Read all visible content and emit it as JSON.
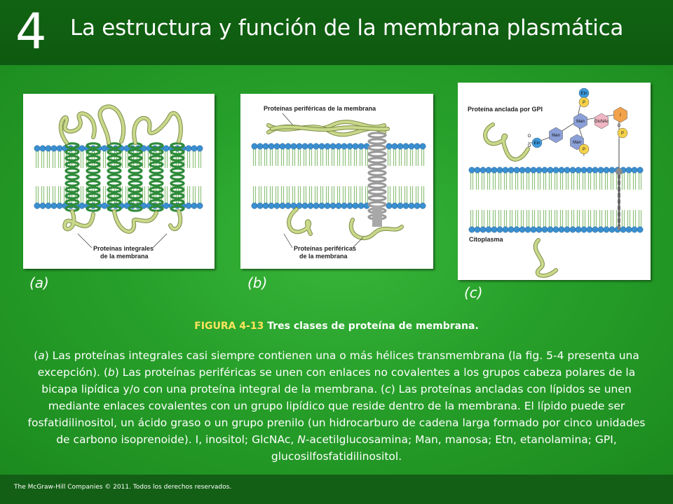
{
  "header": {
    "chapter_number": "4",
    "title": "La estructura y función de la membrana plasmática"
  },
  "panels": {
    "a": {
      "label": "(a)",
      "annotation_line1": "Proteínas integrales",
      "annotation_line2": "de la membrana"
    },
    "b": {
      "label": "(b)",
      "annotation_top": "Proteínas periféricas de la membrana",
      "annotation_line1": "Proteínas periféricas",
      "annotation_line2": "de la membrana"
    },
    "c": {
      "label": "(c)",
      "annotation_gpi": "Proteína anclada por GPI",
      "annotation_cytoplasm": "Citoplasma",
      "sugar_labels": [
        "Etn",
        "Man",
        "Man",
        "Man",
        "GlcNAc",
        "I",
        "Etn",
        "P",
        "P",
        "P",
        "O",
        "O",
        "O"
      ]
    }
  },
  "caption": {
    "figure_number": "FIGURA 4-13",
    "figure_title": "Tres clases de proteína de membrana.",
    "parts": [
      {
        "text": "(",
        "italic": false
      },
      {
        "text": "a",
        "italic": true
      },
      {
        "text": ") Las proteínas integrales casi siempre contienen una o más hélices transmembrana (la fig. 5-4 presenta una excepción). (",
        "italic": false
      },
      {
        "text": "b",
        "italic": true
      },
      {
        "text": ") Las proteínas periféricas se unen con enlaces no covalentes a los grupos cabeza polares de la bicapa lipídica y/o con una proteína integral de la membrana. (",
        "italic": false
      },
      {
        "text": "c",
        "italic": true
      },
      {
        "text": ") Las proteínas ancladas con lípidos se unen mediante enlaces covalentes con un grupo lipídico que reside dentro de la membrana. El lípido puede ser fosfatidilinositol, un ácido graso o un grupo prenilo (un hidrocarburo de cadena larga formado por cinco unidades de carbono isoprenoide). I, inositol; GlcNAc, ",
        "italic": false
      },
      {
        "text": "N",
        "italic": true
      },
      {
        "text": "-acetilglucosamina; Man, manosa; Etn, etanolamina; GPI, glucosilfosfatidilinositol.",
        "italic": false
      }
    ]
  },
  "footer": {
    "copyright": "The McGraw-Hill Companies © 2011. Todos los derechos reservados."
  },
  "colors": {
    "header_bg": "#116313",
    "main_bg": "#27a02a",
    "figure_number": "#ffe45c",
    "lipid_head": "#3a8fd0",
    "protein": "#c9d98a",
    "helix_green": "#2e8b3a"
  }
}
